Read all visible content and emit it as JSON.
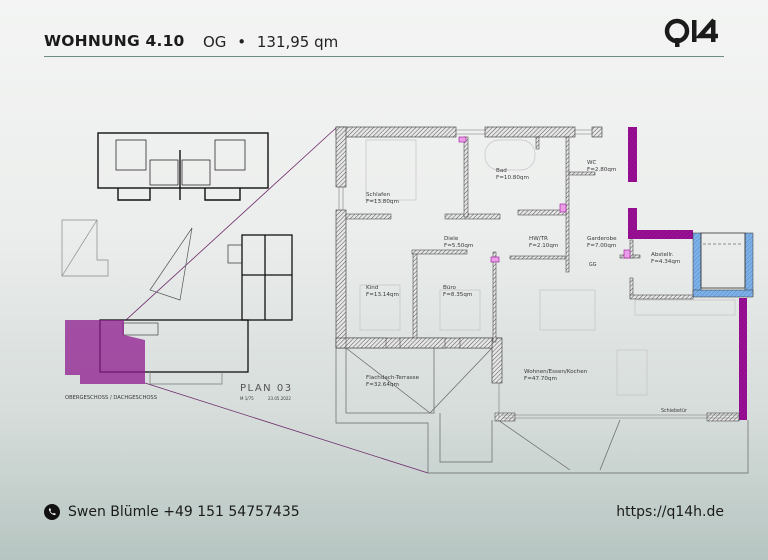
{
  "header": {
    "title": "WOHNUNG 4.10",
    "floor": "OG",
    "separator": "•",
    "area": "131,95 qm",
    "logo": "Q14"
  },
  "overview": {
    "plan_title": "PLAN 03",
    "scale": "M 1/75",
    "date": "23.05.2022",
    "caption": "OBERGESCHOSS / DACHGESCHOSS",
    "highlight_color": "#8e1b8e"
  },
  "rooms": [
    {
      "name": "Schlafen",
      "area": "F=13.80qm"
    },
    {
      "name": "Bad",
      "area": "F=10.80qm"
    },
    {
      "name": "WC",
      "area": "F=2.80qm"
    },
    {
      "name": "Diele",
      "area": "F=5.50qm"
    },
    {
      "name": "HW/TR",
      "area": "F=2.10qm"
    },
    {
      "name": "Garderobe",
      "area": "F=7.00qm"
    },
    {
      "name": "Abstellr.",
      "area": "F=4.34qm"
    },
    {
      "name": "Kind",
      "area": "F=13.14qm"
    },
    {
      "name": "Büro",
      "area": "F=8.35qm"
    },
    {
      "name": "Flachdach-Terrasse",
      "area": "F=32.64qm"
    },
    {
      "name": "Wohnen/Essen/Kochen",
      "area": "F=47.70qm"
    }
  ],
  "plan_notes": {
    "sliding_door": "Schiebetür",
    "gg": "GG"
  },
  "colors": {
    "accent_purple": "#9b0f96",
    "shaft_blue": "#7fb2e8",
    "header_rule": "#6e8b86"
  },
  "footer": {
    "contact": "Swen Blümle +49 151 54757435",
    "website": "https://q14h.de"
  }
}
